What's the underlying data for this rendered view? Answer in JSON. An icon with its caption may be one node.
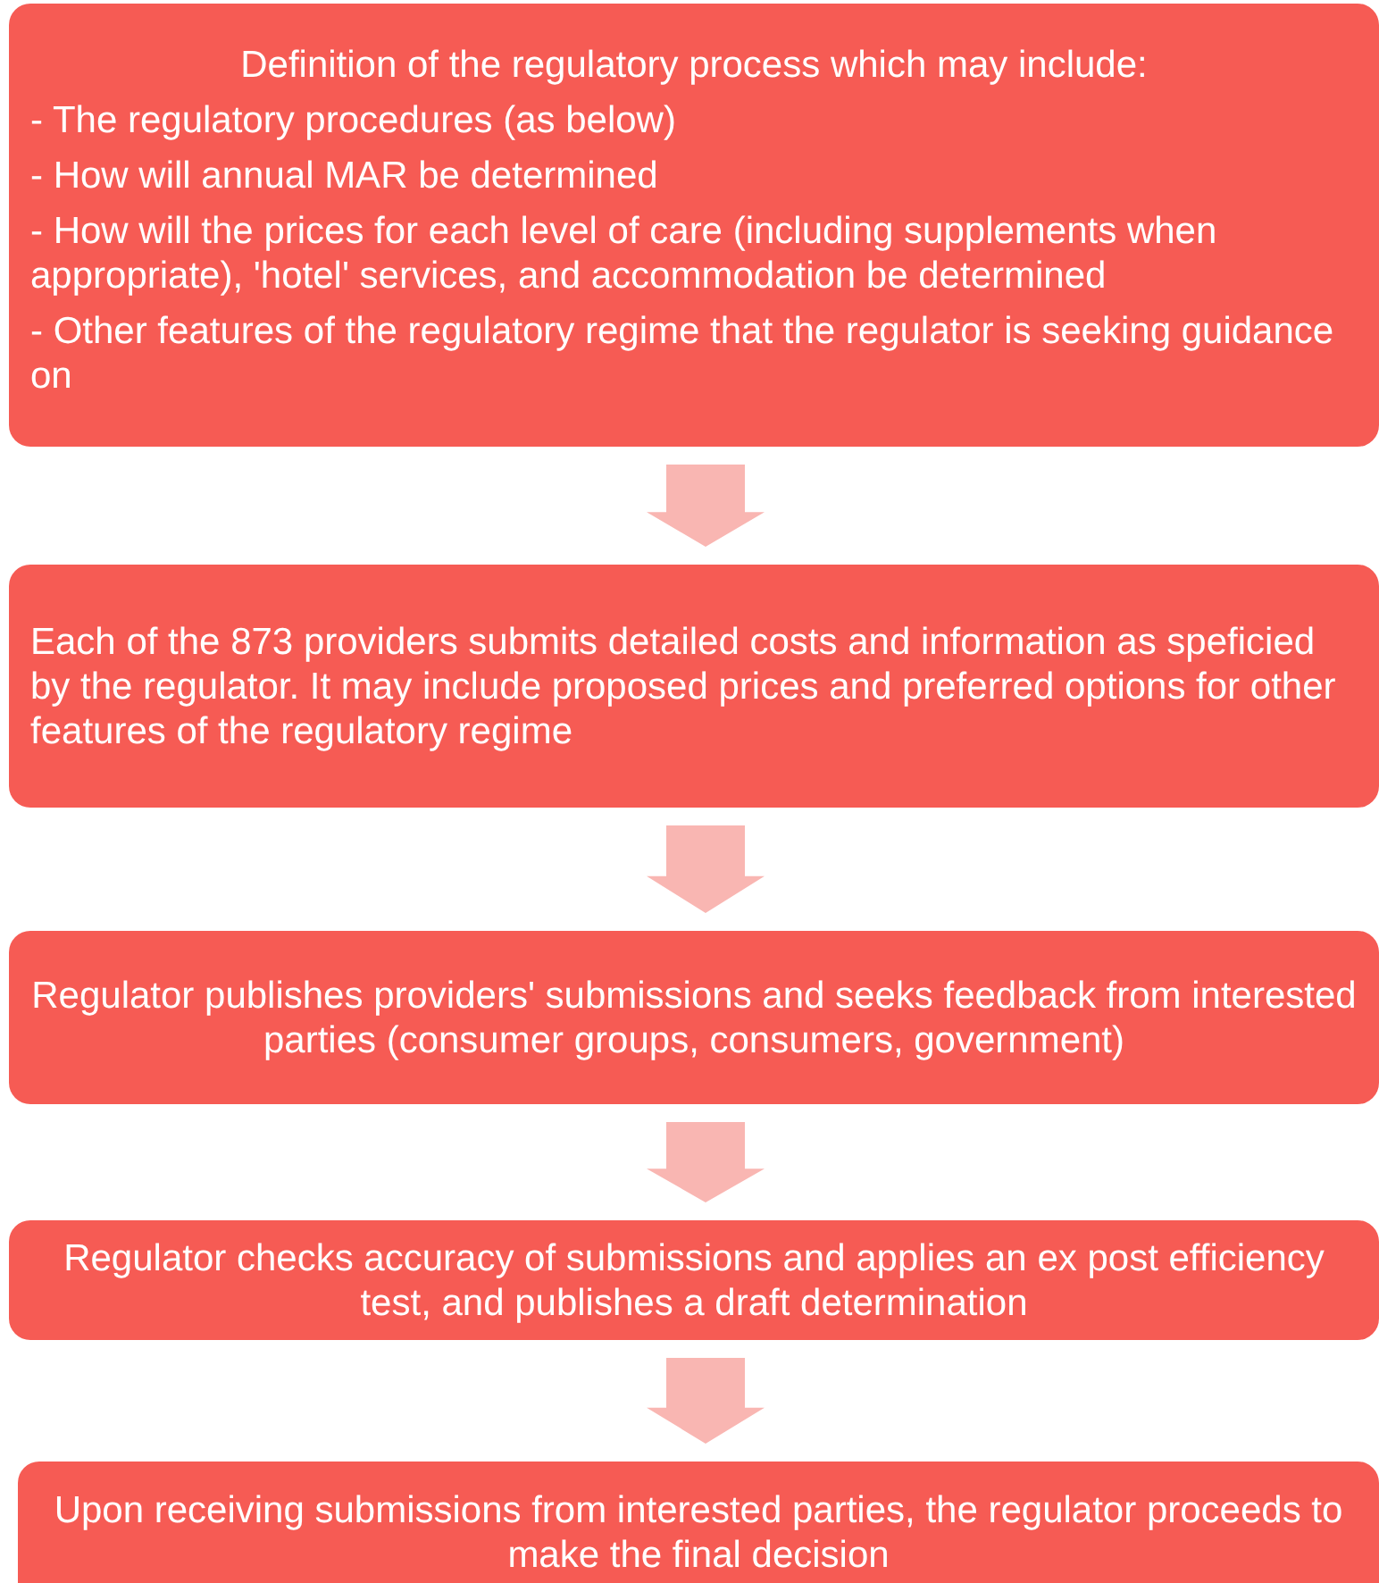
{
  "diagram": {
    "nodes": [
      {
        "text": [
          "Definition of the regulatory process which may include:",
          "- The regulatory procedures (as below)",
          "- How will annual MAR be determined",
          "- How will the prices for each level of care (including supplements when appropriate), 'hotel' services, and accommodation be determined",
          "- Other features of the regulatory regime that the regulator is seeking guidance on"
        ]
      },
      {
        "text": [
          "Each of the 873 providers submits detailed costs and information as speficied by the regulator. It may include proposed prices and preferred options for other features of the regulatory regime"
        ]
      },
      {
        "text": [
          "Regulator publishes providers' submissions and seeks feedback from interested parties (consumer groups, consumers, government)"
        ]
      },
      {
        "text": [
          "Regulator checks accuracy of submissions and applies an ex post efficiency test, and publishes a draft determination"
        ]
      },
      {
        "text": [
          "Upon receiving submissions from interested parties, the regulator proceeds to make the final decision"
        ]
      }
    ],
    "edges": [
      {
        "from": 0,
        "to": 1,
        "arrow": "to"
      },
      {
        "from": 1,
        "to": 2,
        "arrow": "to"
      },
      {
        "from": 2,
        "to": 3,
        "arrow": "to"
      },
      {
        "from": 3,
        "to": 4,
        "arrow": "to"
      }
    ]
  }
}
